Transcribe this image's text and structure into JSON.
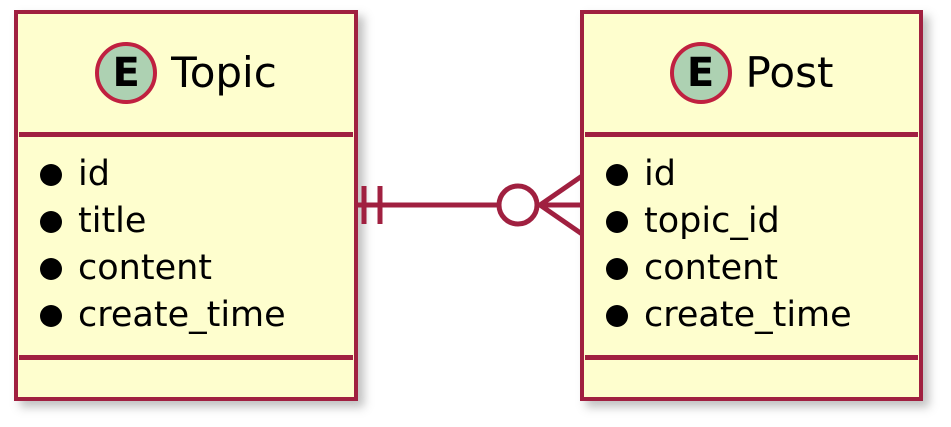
{
  "diagram": {
    "type": "entity-relationship-diagram",
    "background_color": "#FFFFFF",
    "border_color": "#A02040",
    "fill_color": "#FEFECE",
    "icon_fill_color": "#ADD1B2",
    "text_color": "#000000"
  },
  "entities": [
    {
      "id": "topic",
      "name": "Topic",
      "stereotype_letter": "E",
      "attributes": [
        {
          "name": "id"
        },
        {
          "name": "title"
        },
        {
          "name": "content"
        },
        {
          "name": "create_time"
        }
      ]
    },
    {
      "id": "post",
      "name": "Post",
      "stereotype_letter": "E",
      "attributes": [
        {
          "name": "id"
        },
        {
          "name": "topic_id"
        },
        {
          "name": "content"
        },
        {
          "name": "create_time"
        }
      ]
    }
  ],
  "relationships": [
    {
      "id": "topic-post",
      "from": "Topic",
      "to": "Post",
      "from_cardinality": "exactly-one",
      "from_notation": "double-tick",
      "to_cardinality": "zero-or-many",
      "to_notation": "circle-crowsfoot",
      "line_color": "#A02040"
    }
  ]
}
